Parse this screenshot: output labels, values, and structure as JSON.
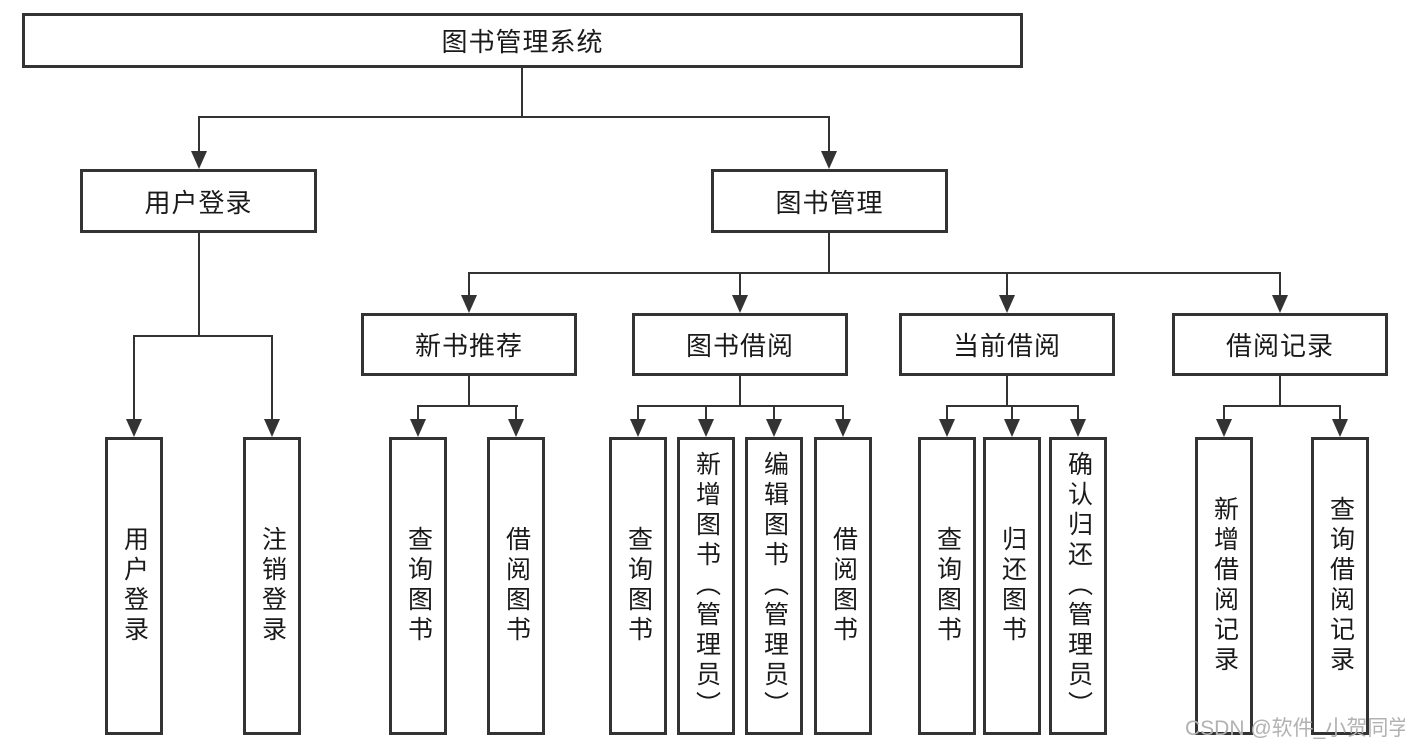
{
  "diagram_title": "图书管理系统",
  "nodes": {
    "root": "图书管理系统",
    "level2": [
      "用户登录",
      "图书管理"
    ],
    "level3": [
      "新书推荐",
      "图书借阅",
      "当前借阅",
      "借阅记录"
    ],
    "leaves": {
      "user_login": [
        "用户登录",
        "注销登录"
      ],
      "new_books": [
        "查询图书",
        "借阅图书"
      ],
      "book_borrow": [
        "查询图书",
        "新增图书（管理员）",
        "编辑图书（管理员）",
        "借阅图书"
      ],
      "current_borrow": [
        "查询图书",
        "归还图书",
        "确认归还（管理员）"
      ],
      "borrow_records": [
        "新增借阅记录",
        "查询借阅记录"
      ]
    }
  },
  "watermark": "CSDN @软件_小贺同学",
  "colors": {
    "line": "#333333",
    "text": "#1a1a1a",
    "background": "#ffffff",
    "watermark": "#b2b2b2"
  }
}
